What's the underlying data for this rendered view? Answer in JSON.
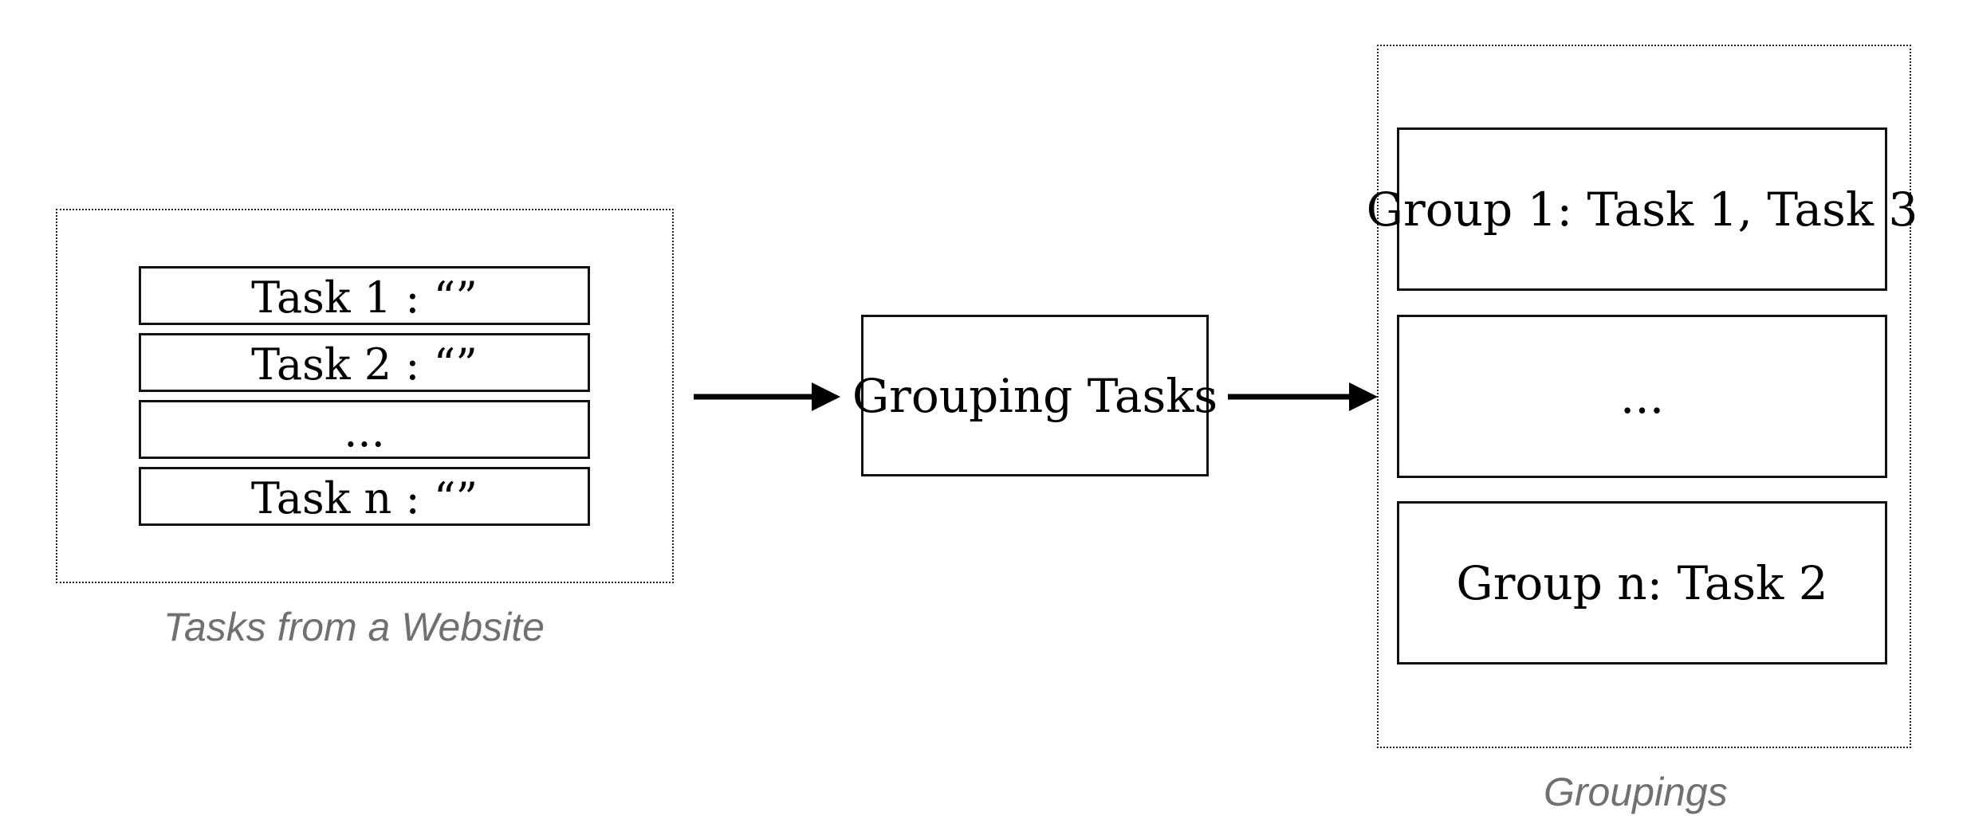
{
  "input_panel": {
    "caption": "Tasks from a Website",
    "tasks": [
      {
        "label": "Task 1 : “”"
      },
      {
        "label": "Task 2 : “”"
      },
      {
        "label": "..."
      },
      {
        "label": "Task n : “”"
      }
    ]
  },
  "process": {
    "label": "Grouping Tasks"
  },
  "output_panel": {
    "caption": "Groupings",
    "groups": [
      {
        "label": "Group 1: Task 1, Task 3"
      },
      {
        "label": "..."
      },
      {
        "label": "Group n: Task 2"
      }
    ]
  },
  "colors": {
    "border": "#111111",
    "caption": "#707070",
    "background": "#ffffff"
  }
}
